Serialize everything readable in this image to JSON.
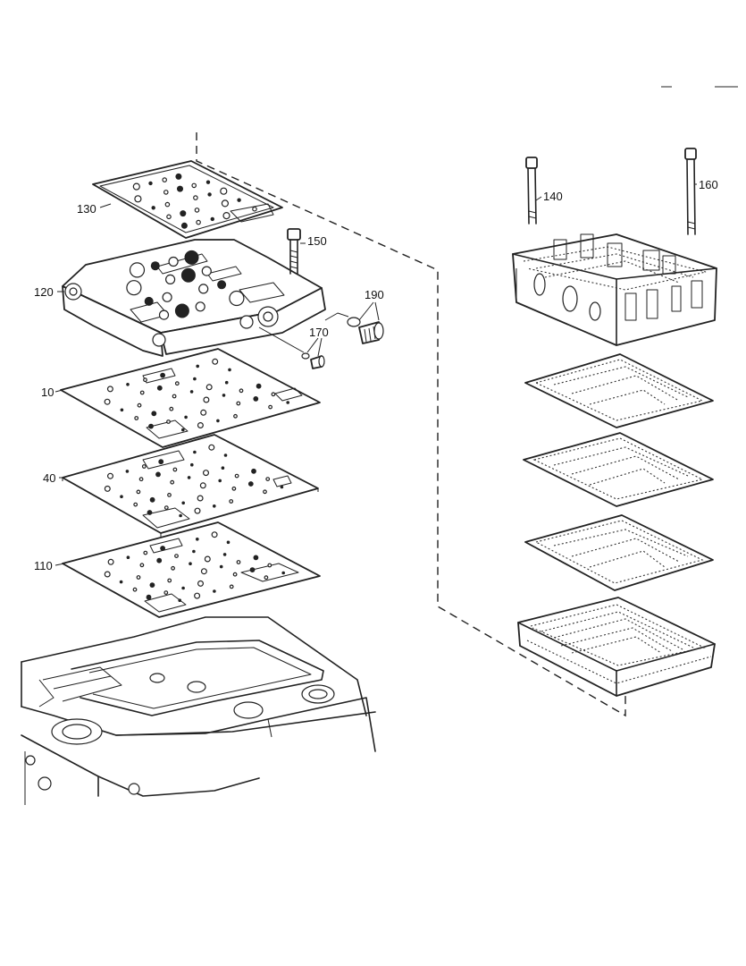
{
  "part_labels": {
    "p130": "130",
    "p120": "120",
    "p150": "150",
    "p190": "190",
    "p170": "170",
    "p10": "10",
    "p40": "40",
    "p110": "110",
    "p140": "140",
    "p160": "160"
  }
}
